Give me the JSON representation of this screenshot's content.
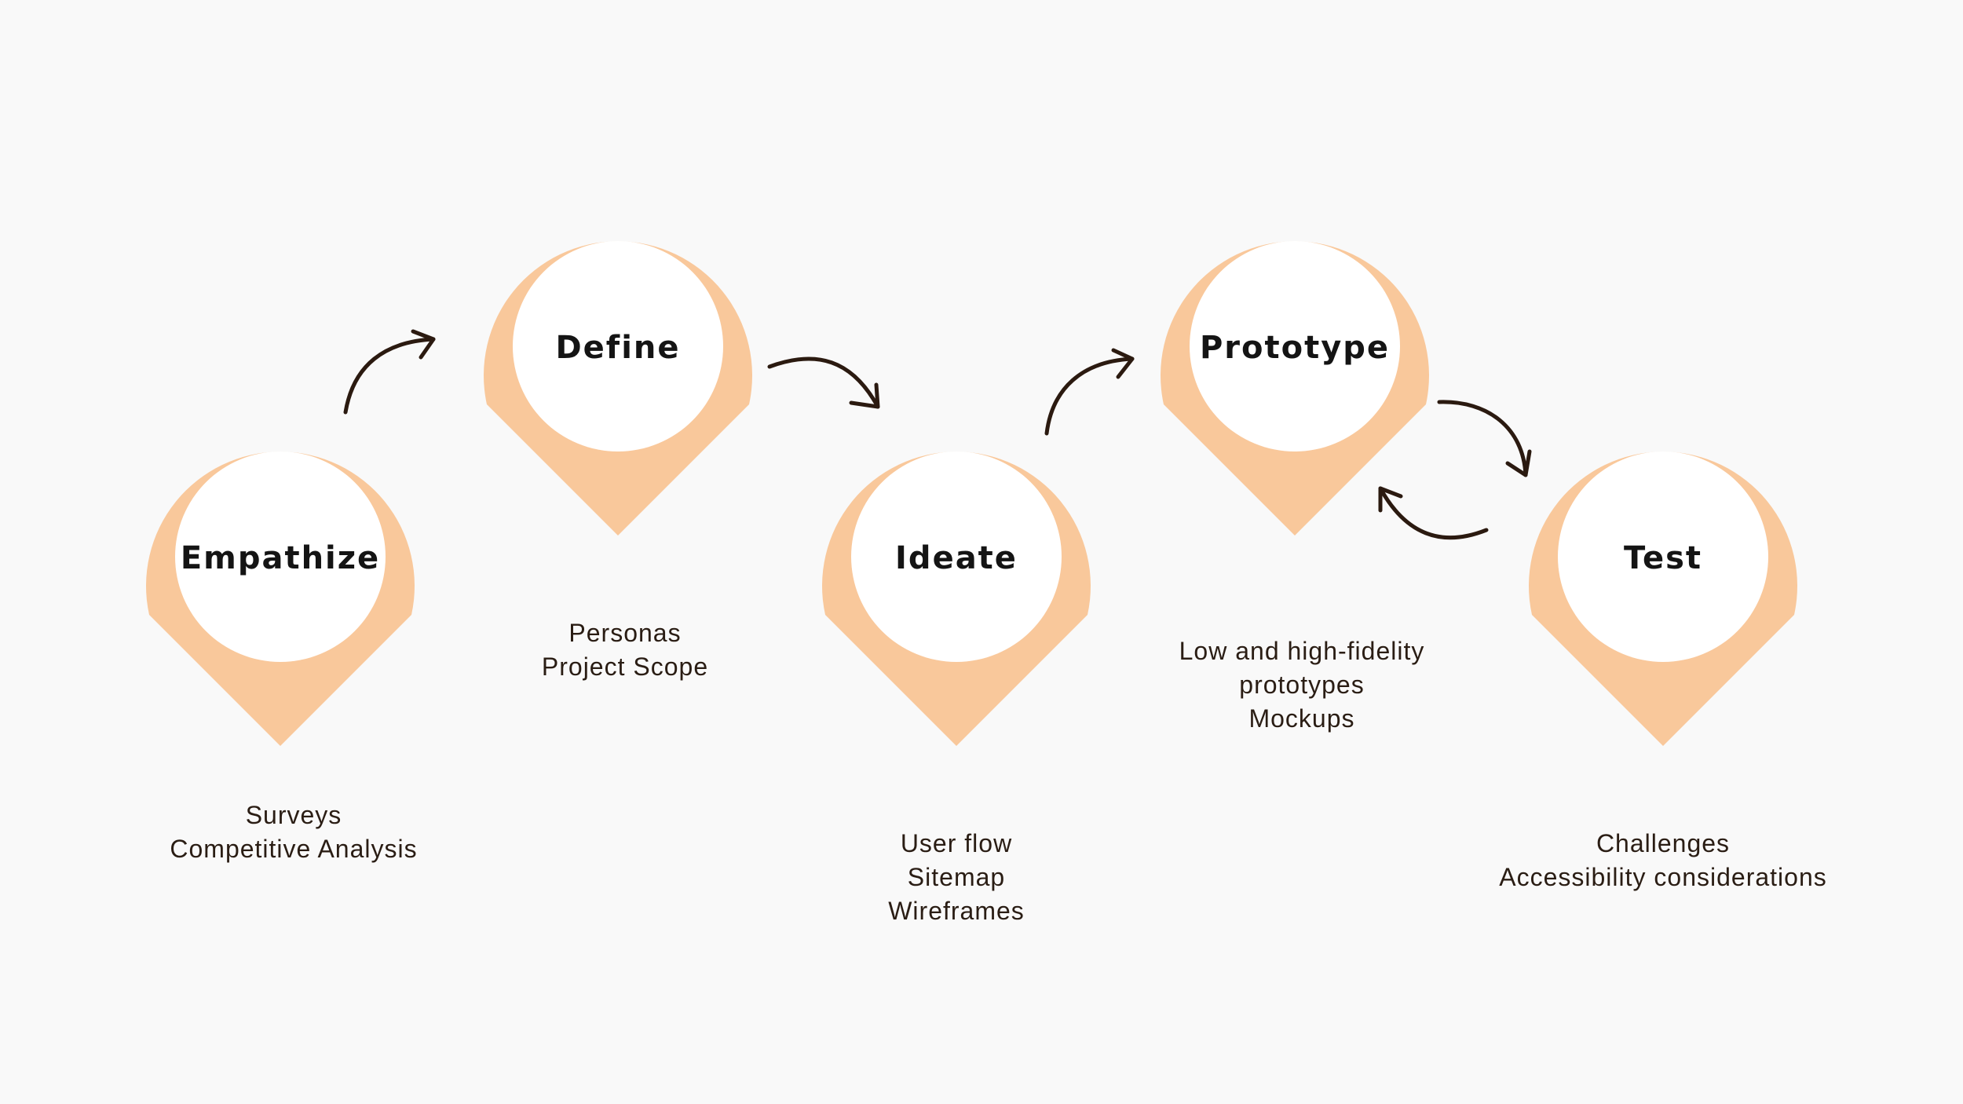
{
  "colors": {
    "background": "#f9f9f9",
    "pin_fill": "#f9c89b",
    "pin_inner": "#ffffff",
    "arrow": "#2b1a10",
    "label_text": "#141414",
    "desc_text": "#2a1d14"
  },
  "stages": [
    {
      "label": "Empathize",
      "details": [
        "Surveys",
        "Competitive Analysis"
      ]
    },
    {
      "label": "Define",
      "details": [
        "Personas",
        "Project Scope"
      ]
    },
    {
      "label": "Ideate",
      "details": [
        "User flow",
        "Sitemap",
        "Wireframes"
      ]
    },
    {
      "label": "Prototype",
      "details": [
        "Low and high-fidelity",
        "prototypes",
        "Mockups"
      ]
    },
    {
      "label": "Test",
      "details": [
        "Challenges",
        "Accessibility considerations"
      ]
    }
  ],
  "arrows": [
    {
      "from": "Empathize",
      "to": "Define",
      "icon": "curved-arrow-icon"
    },
    {
      "from": "Define",
      "to": "Ideate",
      "icon": "curved-arrow-icon"
    },
    {
      "from": "Ideate",
      "to": "Prototype",
      "icon": "curved-arrow-icon"
    },
    {
      "from": "Prototype",
      "to": "Test",
      "icon": "curved-arrow-icon"
    },
    {
      "from": "Test",
      "to": "Prototype",
      "icon": "curved-arrow-icon"
    }
  ]
}
